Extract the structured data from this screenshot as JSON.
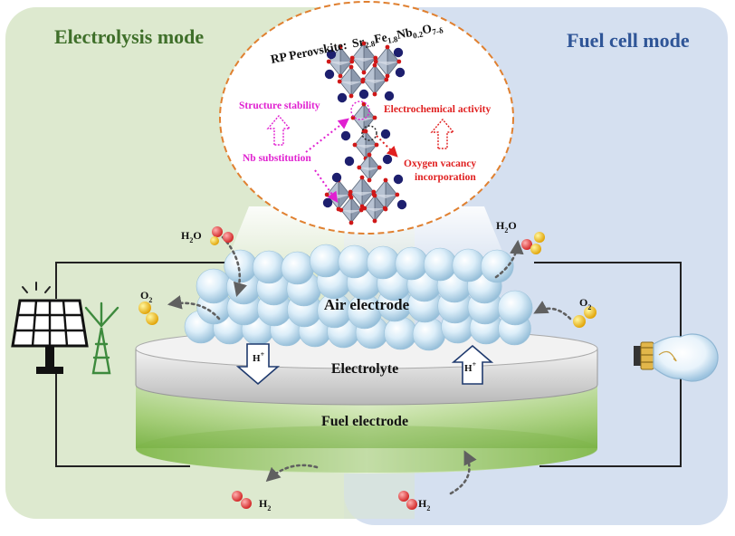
{
  "modes": {
    "left": "Electrolysis mode",
    "right": "Fuel cell mode"
  },
  "material": {
    "prefix": "RP Perovskite:",
    "formula_parts": [
      {
        "text": "Sr",
        "sub": "2.8"
      },
      {
        "text": "Fe",
        "sub": "1.8"
      },
      {
        "text": "Nb",
        "sub": "0.2"
      },
      {
        "text": "O",
        "sub": "7-δ"
      }
    ]
  },
  "annotations": {
    "structure_stability": "Structure stability",
    "nb_substitution": "Nb substitution",
    "electrochemical_activity": "Electrochemical activity",
    "oxygen_vacancy_line1": "Oxygen vacancy",
    "oxygen_vacancy_line2": "incorporation"
  },
  "layers": {
    "air": "Air electrode",
    "electrolyte": "Electrolyte",
    "fuel": "Fuel electrode"
  },
  "ions": {
    "left": {
      "text": "H",
      "sup": "+"
    },
    "right": {
      "text": "H",
      "sup": "+"
    }
  },
  "species": {
    "h2o_left": {
      "text": "H",
      "sub": "2",
      "tail": "O"
    },
    "h2o_right": {
      "text": "H",
      "sub": "2",
      "tail": "O"
    },
    "o2_left": {
      "text": "O",
      "sub": "2"
    },
    "o2_right": {
      "text": "O",
      "sub": "2"
    },
    "h2_left": {
      "text": "H",
      "sub": "2"
    },
    "h2_right": {
      "text": "H",
      "sub": "2"
    }
  },
  "colors": {
    "electrolysis_bg": "#dde9cf",
    "fuelcell_bg": "#d5e0f0",
    "electrolysis_title": "#3f6f2a",
    "fuelcell_title": "#2f5597",
    "magenta": "#e020d0",
    "red": "#e02020",
    "fuel_green": "#8dc05a",
    "sphere": "#cfe6f5"
  }
}
